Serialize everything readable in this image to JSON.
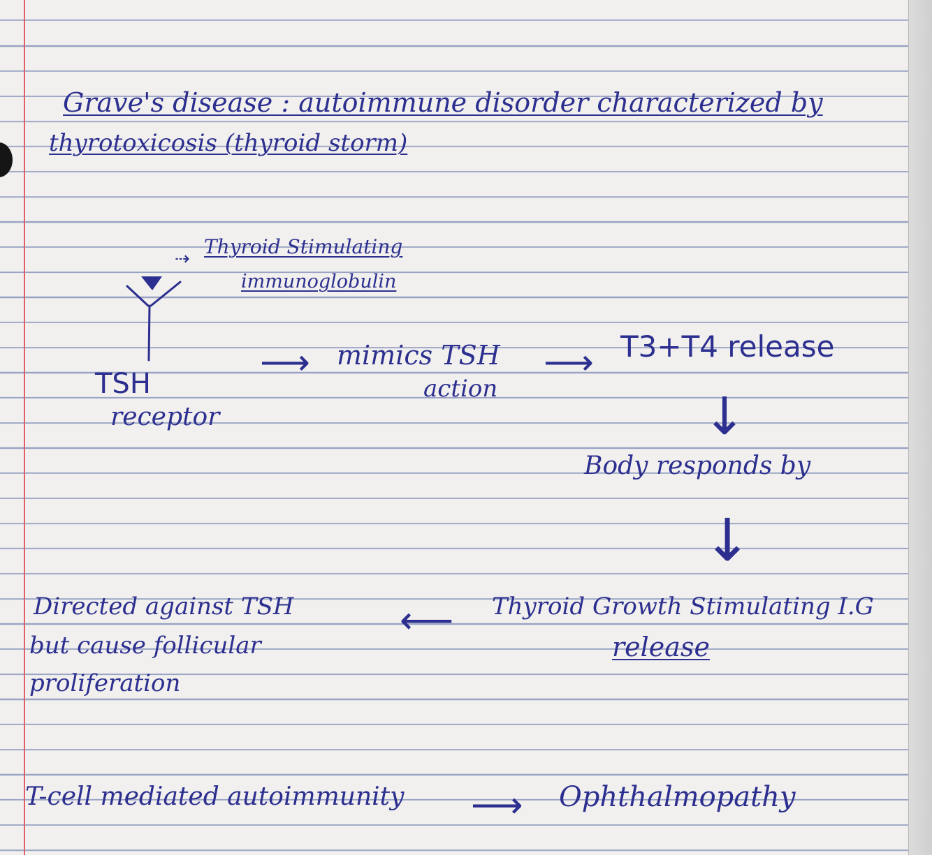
{
  "title": {
    "line1": "Grave's disease : autoimmune disorder characterized by",
    "line2": "thyrotoxicosis (thyroid storm)"
  },
  "receptor": {
    "antibody_label_line1": "Thyroid Stimulating",
    "antibody_label_line2": "immunoglobulin",
    "label_line1": "TSH",
    "label_line2": "receptor"
  },
  "flow": {
    "mimics_line1": "mimics TSH",
    "mimics_line2": "action",
    "release": "T3+T4 release",
    "body_responds": "Body responds by",
    "tgsi_line1": "Thyroid Growth Stimulating I.G",
    "tgsi_line2": "release",
    "directed_line1": "Directed against TSH",
    "directed_line2": "but cause follicular",
    "directed_line3": "proliferation"
  },
  "bottom": {
    "tcell": "T-cell mediated autoimmunity",
    "ophthalmopathy": "Ophthalmopathy"
  },
  "arrows": {
    "right": "⟶",
    "down": "↓",
    "left": "⟵",
    "small": "⇢"
  },
  "colors": {
    "ink": "#2c2f8f",
    "ruled_line": "#9aa3c4",
    "margin_line": "#e35d68"
  }
}
